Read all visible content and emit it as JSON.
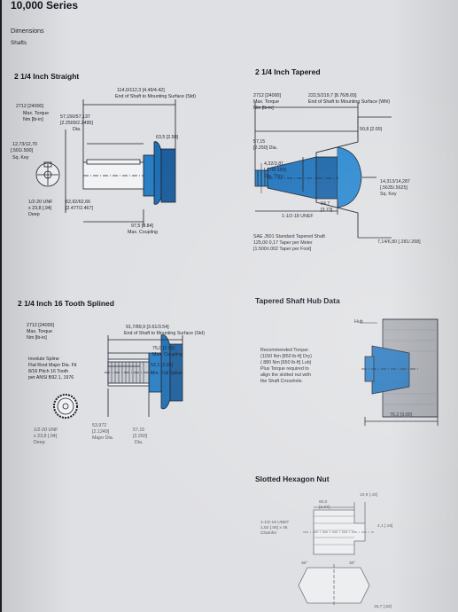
{
  "header": {
    "series": "10,000 Series",
    "dimensions": "Dimensions",
    "shafts": "Shafts"
  },
  "straight": {
    "title": "2 1/4 Inch Straight",
    "overall": "114,0/112,3 [4.49/4.42]",
    "overall_note": "End of Shaft to Mounting Surface (Std)",
    "torque_val": "2712 [24000]",
    "torque_lbl": "Max. Torque",
    "torque_unit": "Nm [lb-in]",
    "dia": "57,150/57,137",
    "dia_in": "[2.2500/2.2495]",
    "dia_lbl": "Dia.",
    "key_w": "12,73/12,70",
    "key_w_in": "[.501/.500]",
    "key_lbl": "Sq. Key",
    "key_len": "63,5 [2.50]",
    "thread": "1/2-20 UNF",
    "thread_depth": "x 23,8 [.94]",
    "thread_deep": "Deep",
    "d2": "62,92/62,66",
    "d2_in": "[2.477/2.467]",
    "coupling": "97,5 [3.84]",
    "coupling_lbl": "Max. Coupling"
  },
  "tapered": {
    "title": "2 1/4 Inch Tapered",
    "torque_val": "2712 [24000]",
    "torque_lbl": "Max. Torque",
    "torque_unit": "Nm [lb-in]",
    "overall": "222,5/219,7 [8.76/8.65]",
    "overall_note": "End of Shaft to Mounting Surface (Whl)",
    "d50": "50,8 [2.00]",
    "dia": "57,15",
    "dia_in": "[2.250] Dia.",
    "thru": "4,32/3,81",
    "thru_in": "[.170/.150]",
    "thru_lbl": "Dia. Thru",
    "key": "14,313/14,287",
    "key_in": "[.5635/.5625]",
    "key_lbl": "Sq. Key",
    "len": "94,7",
    "len_in": "[3.73]",
    "thread": "1-1/2-18 UNEF",
    "std1": "SAE J501 Standard Tapered Shaft",
    "std2": "125,00 0,17 Taper per Meter",
    "std3": "[1.500±.002 Taper per Foot]",
    "extra": "7,14/6,80 [.281/.268]"
  },
  "splined": {
    "title": "2 1/4 Inch 16 Tooth Splined",
    "torque_val": "2712 [24000]",
    "torque_lbl": "Max. Torque",
    "torque_unit": "Nm [lb-in]",
    "overall": "91,7/89,9 [3.61/3.54]",
    "overall_note": "End of Shaft to Mounting Surface (Std)",
    "coupling": "75,0 [2.95]",
    "coupling_lbl": "Max. Coupling",
    "full": "52,1 [2.05]",
    "full_lbl": "Min. Full Spline",
    "spline1": "Involute Spline",
    "spline2": "Flat Root Major Dia. Fit",
    "spline3": "8/16 Pitch 16 Tooth",
    "spline4": "per ANSI B92.1, 1976",
    "thread": "1/2-20 UNF",
    "thread_depth": "x 23,8 [.94]",
    "thread_deep": "Deep",
    "major": "53,972",
    "major_in": "[2.1249]",
    "major_lbl": "Major Dia.",
    "dia": "57,15",
    "dia_in": "[2.250]",
    "dia_lbl": "Dia."
  },
  "hub": {
    "title": "Tapered Shaft Hub Data",
    "hub_lbl": "Hub",
    "t1": "Recommended Torque:",
    "t2": "(1150 Nm [850 lb-ft] Dry)",
    "t3": "( 880 Nm [650 lb-ft] Lub)",
    "t4": "Plus Torque required to",
    "t5": "align the slotted nut with",
    "t6": "the Shaft Crosshole.",
    "dim": "76,2 [3.00]"
  },
  "nut": {
    "title": "Slotted Hexagon Nut",
    "d1": "10,9 [.43]",
    "d2": "60,0",
    "d2_in": "[2.37]",
    "thread": "1-1/2-18 UNEF",
    "chamfer1": "1,52 [.06] x 45",
    "chamfer2": "Chamfer",
    "d3": "4,1 [.16]",
    "a1": "30°",
    "a2": "30°",
    "d4": "15,7 [.62]"
  }
}
